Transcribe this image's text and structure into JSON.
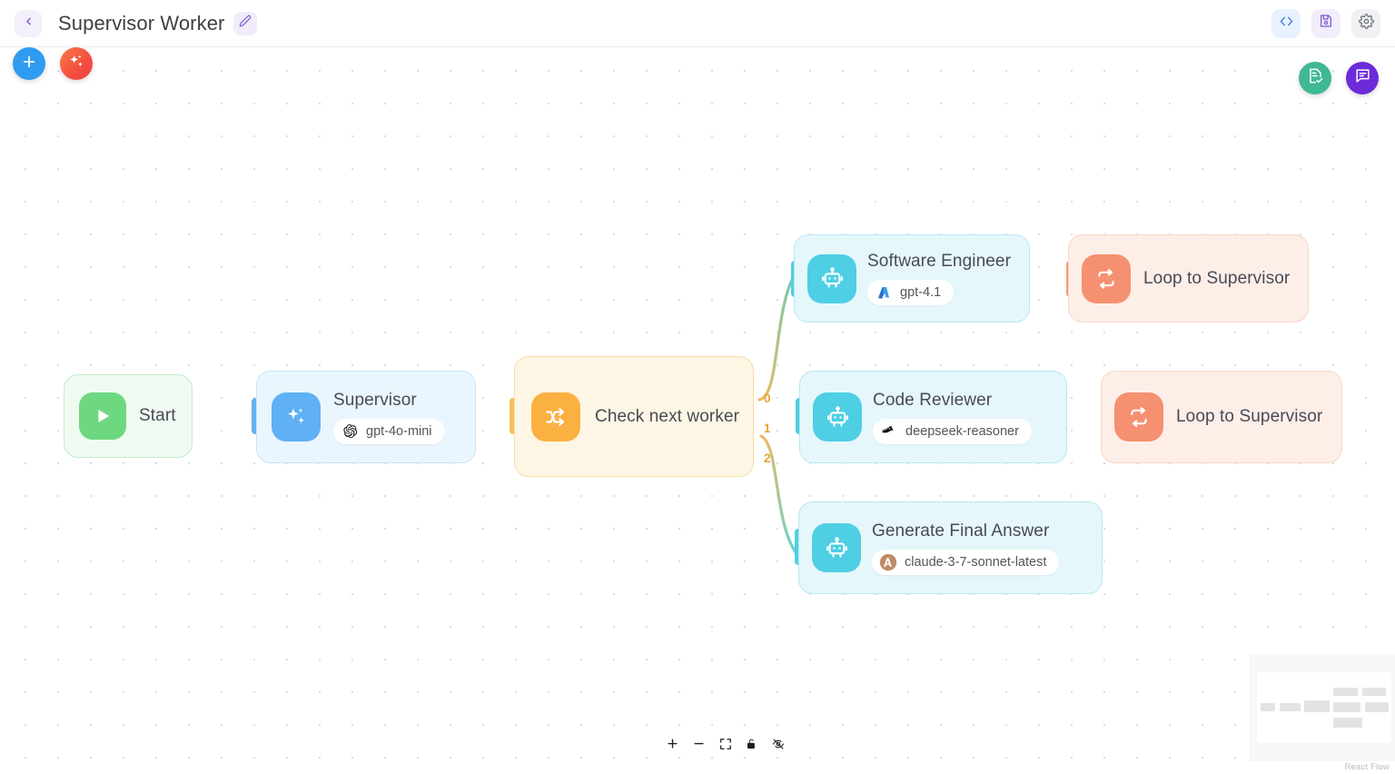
{
  "header": {
    "back_icon": "chevron-left-icon",
    "title": "Supervisor Worker",
    "edit_icon": "pencil-icon",
    "actions": [
      {
        "name": "code-view-button",
        "icon": "code-brackets-icon"
      },
      {
        "name": "save-button",
        "icon": "floppy-disk-icon"
      },
      {
        "name": "settings-button",
        "icon": "gear-icon"
      }
    ]
  },
  "toolbar_left": [
    {
      "name": "add-node-button",
      "icon": "plus-icon",
      "color": "#2f9bf1"
    },
    {
      "name": "ai-generate-button",
      "icon": "sparkles-icon",
      "color": "#f4523c"
    }
  ],
  "toolbar_right": [
    {
      "name": "checklist-button",
      "icon": "document-check-icon",
      "color": "#3fb894"
    },
    {
      "name": "chat-button",
      "icon": "chat-bubble-icon",
      "color": "#6c2bd9"
    }
  ],
  "nodes": {
    "start": {
      "title": "Start",
      "icon": "play-icon"
    },
    "supervisor": {
      "title": "Supervisor",
      "icon": "sparkles-icon",
      "model": "gpt-4o-mini",
      "model_logo": "openai-logo"
    },
    "branch": {
      "title": "Check next worker",
      "icon": "branch-split-icon"
    },
    "engineer": {
      "title": "Software Engineer",
      "icon": "robot-icon",
      "model": "gpt-4.1",
      "model_logo": "azure-logo"
    },
    "loop_top": {
      "title": "Loop to Supervisor",
      "icon": "loop-repeat-icon"
    },
    "reviewer": {
      "title": "Code Reviewer",
      "icon": "robot-icon",
      "model": "deepseek-reasoner",
      "model_logo": "deepseek-whale-logo"
    },
    "loop_mid": {
      "title": "Loop to Supervisor",
      "icon": "loop-repeat-icon"
    },
    "final": {
      "title": "Generate Final Answer",
      "icon": "robot-icon",
      "model": "claude-3-7-sonnet-latest",
      "model_logo": "anthropic-logo"
    }
  },
  "branch_labels": [
    "0",
    "1",
    "2"
  ],
  "controls": [
    {
      "name": "zoom-in-button",
      "icon": "plus-icon"
    },
    {
      "name": "zoom-out-button",
      "icon": "minus-icon"
    },
    {
      "name": "fit-view-button",
      "icon": "fit-screen-icon"
    },
    {
      "name": "lock-toggle-button",
      "icon": "unlocked-padlock-icon"
    },
    {
      "name": "minimap-toggle-button",
      "icon": "eye-off-icon"
    }
  ],
  "attribution": "React Flow"
}
